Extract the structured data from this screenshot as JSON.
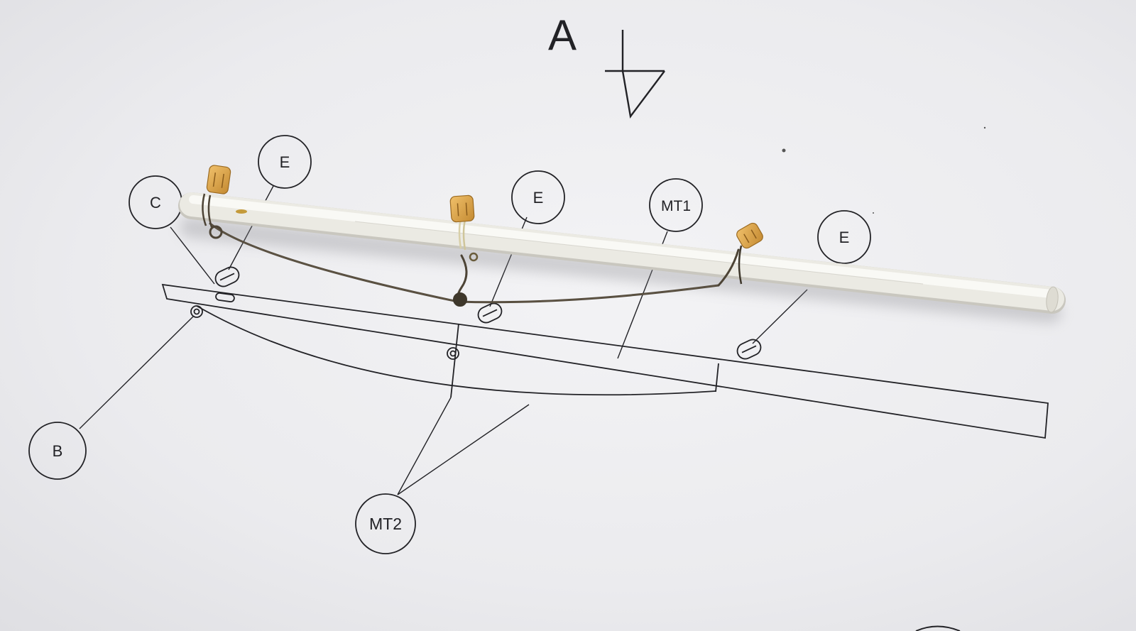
{
  "photo": {
    "heading": "A",
    "labels": {
      "c": "C",
      "e1": "E",
      "e2": "E",
      "e3": "E",
      "mt1": "MT1",
      "b": "B",
      "mt2": "MT2"
    }
  },
  "colors": {
    "paper": "#ececee",
    "ink": "#222226",
    "spar": "#ecebe4",
    "block": "#d9a24a",
    "rope": "#4d4436"
  }
}
